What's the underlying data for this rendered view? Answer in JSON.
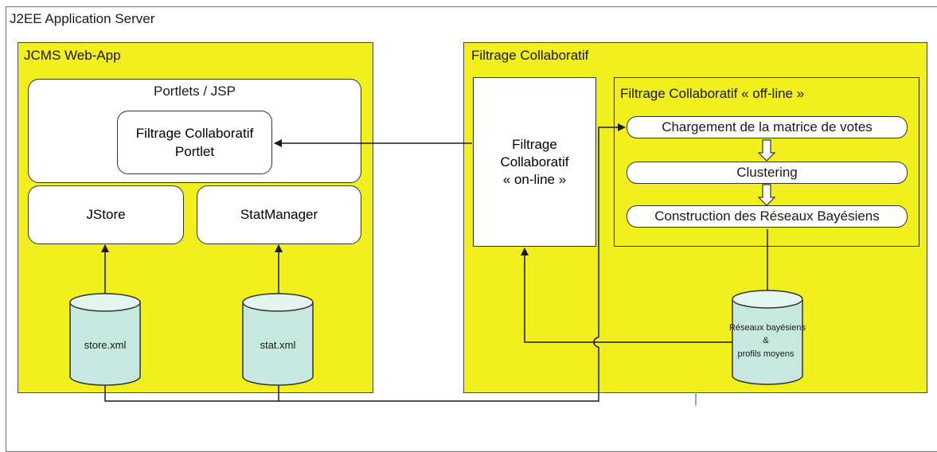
{
  "server": {
    "title": "J2EE Application Server"
  },
  "jcms": {
    "title": "JCMS Web-App",
    "portlets_title": "Portlets / JSP",
    "portlet_line1": "Filtrage Collaboratif",
    "portlet_line2": "Portlet",
    "jstore": "JStore",
    "statmanager": "StatManager",
    "store_file": "store.xml",
    "stat_file": "stat.xml"
  },
  "filtrage": {
    "title": "Filtrage Collaboratif",
    "online_line1": "Filtrage",
    "online_line2": "Collaboratif",
    "online_line3": "« on-line »",
    "offline_title": "Filtrage Collaboratif « off-line »",
    "step1": "Chargement de la matrice de votes",
    "step2": "Clustering",
    "step3": "Construction des Réseaux Bayésiens",
    "db_line1": "Réseaux bayésiens",
    "db_line2": "&",
    "db_line3": "profils moyens"
  },
  "colors": {
    "panel_yellow": "#f2ef1e",
    "cylinder_body": "#c7e8df",
    "cylinder_top": "#e4f4ef",
    "line": "#1a1a1a"
  }
}
